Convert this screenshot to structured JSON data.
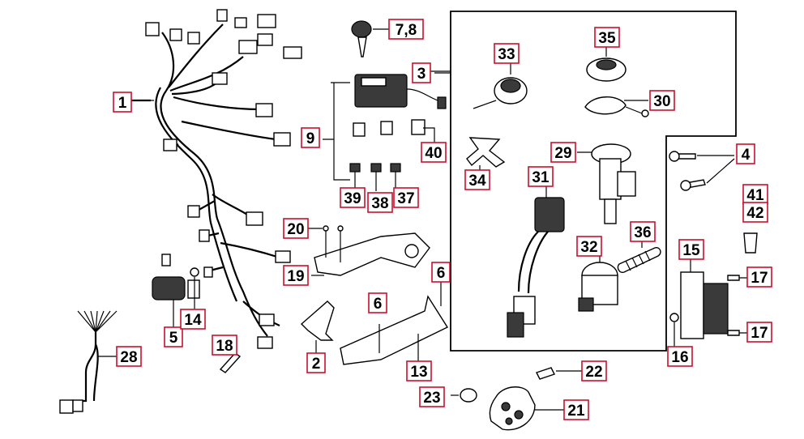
{
  "labels": {
    "p1": "1",
    "p2": "2",
    "p3": "3",
    "p4": "4",
    "p5": "5",
    "p6a": "6",
    "p6b": "6",
    "p78": "7,8",
    "p9": "9",
    "p13": "13",
    "p14": "14",
    "p15": "15",
    "p16": "16",
    "p17a": "17",
    "p17b": "17",
    "p18": "18",
    "p19": "19",
    "p20": "20",
    "p21": "21",
    "p22": "22",
    "p23": "23",
    "p28": "28",
    "p29": "29",
    "p30": "30",
    "p31": "31",
    "p32": "32",
    "p33": "33",
    "p34": "34",
    "p35": "35",
    "p36": "36",
    "p37": "37",
    "p38": "38",
    "p39": "39",
    "p40": "40",
    "p41": "41",
    "p42": "42"
  },
  "colors": {
    "label_border": "#c8102e",
    "ink": "#000000",
    "background": "#ffffff"
  }
}
